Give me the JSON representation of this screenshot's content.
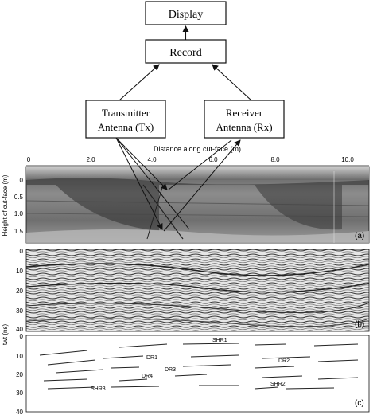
{
  "flow": {
    "display_label": "Display",
    "record_label": "Record",
    "tx_line1": "Transmitter",
    "tx_line2": "Antenna (Tx)",
    "rx_line1": "Receiver",
    "rx_line2": "Antenna (Rx)"
  },
  "axes": {
    "top_label": "Distance along cut-face (m)",
    "top_ticks": [
      "0",
      "2.0",
      "4.0",
      "6.0",
      "8.0",
      "10.0"
    ],
    "height_label": "Height of cut-face (m)",
    "height_ticks": [
      "0",
      "0.5",
      "1.0",
      "1.5"
    ],
    "twt_label": "twt (ns)",
    "twt_ticks_b": [
      "0",
      "10",
      "20",
      "30",
      "40"
    ],
    "twt_ticks_c": [
      "0",
      "10",
      "20",
      "30",
      "40"
    ]
  },
  "panels": {
    "a": "(a)",
    "b": "(b)",
    "c": "(c)"
  },
  "reflectors": {
    "shr1": "SHR1",
    "dr1": "DR1",
    "dr2": "DR2",
    "dr3": "DR3",
    "dr4": "DR4",
    "shr2": "SHR2",
    "shr3": "SHR3"
  },
  "colors": {
    "line": "#111111",
    "panel_bg": "#ffffff"
  }
}
